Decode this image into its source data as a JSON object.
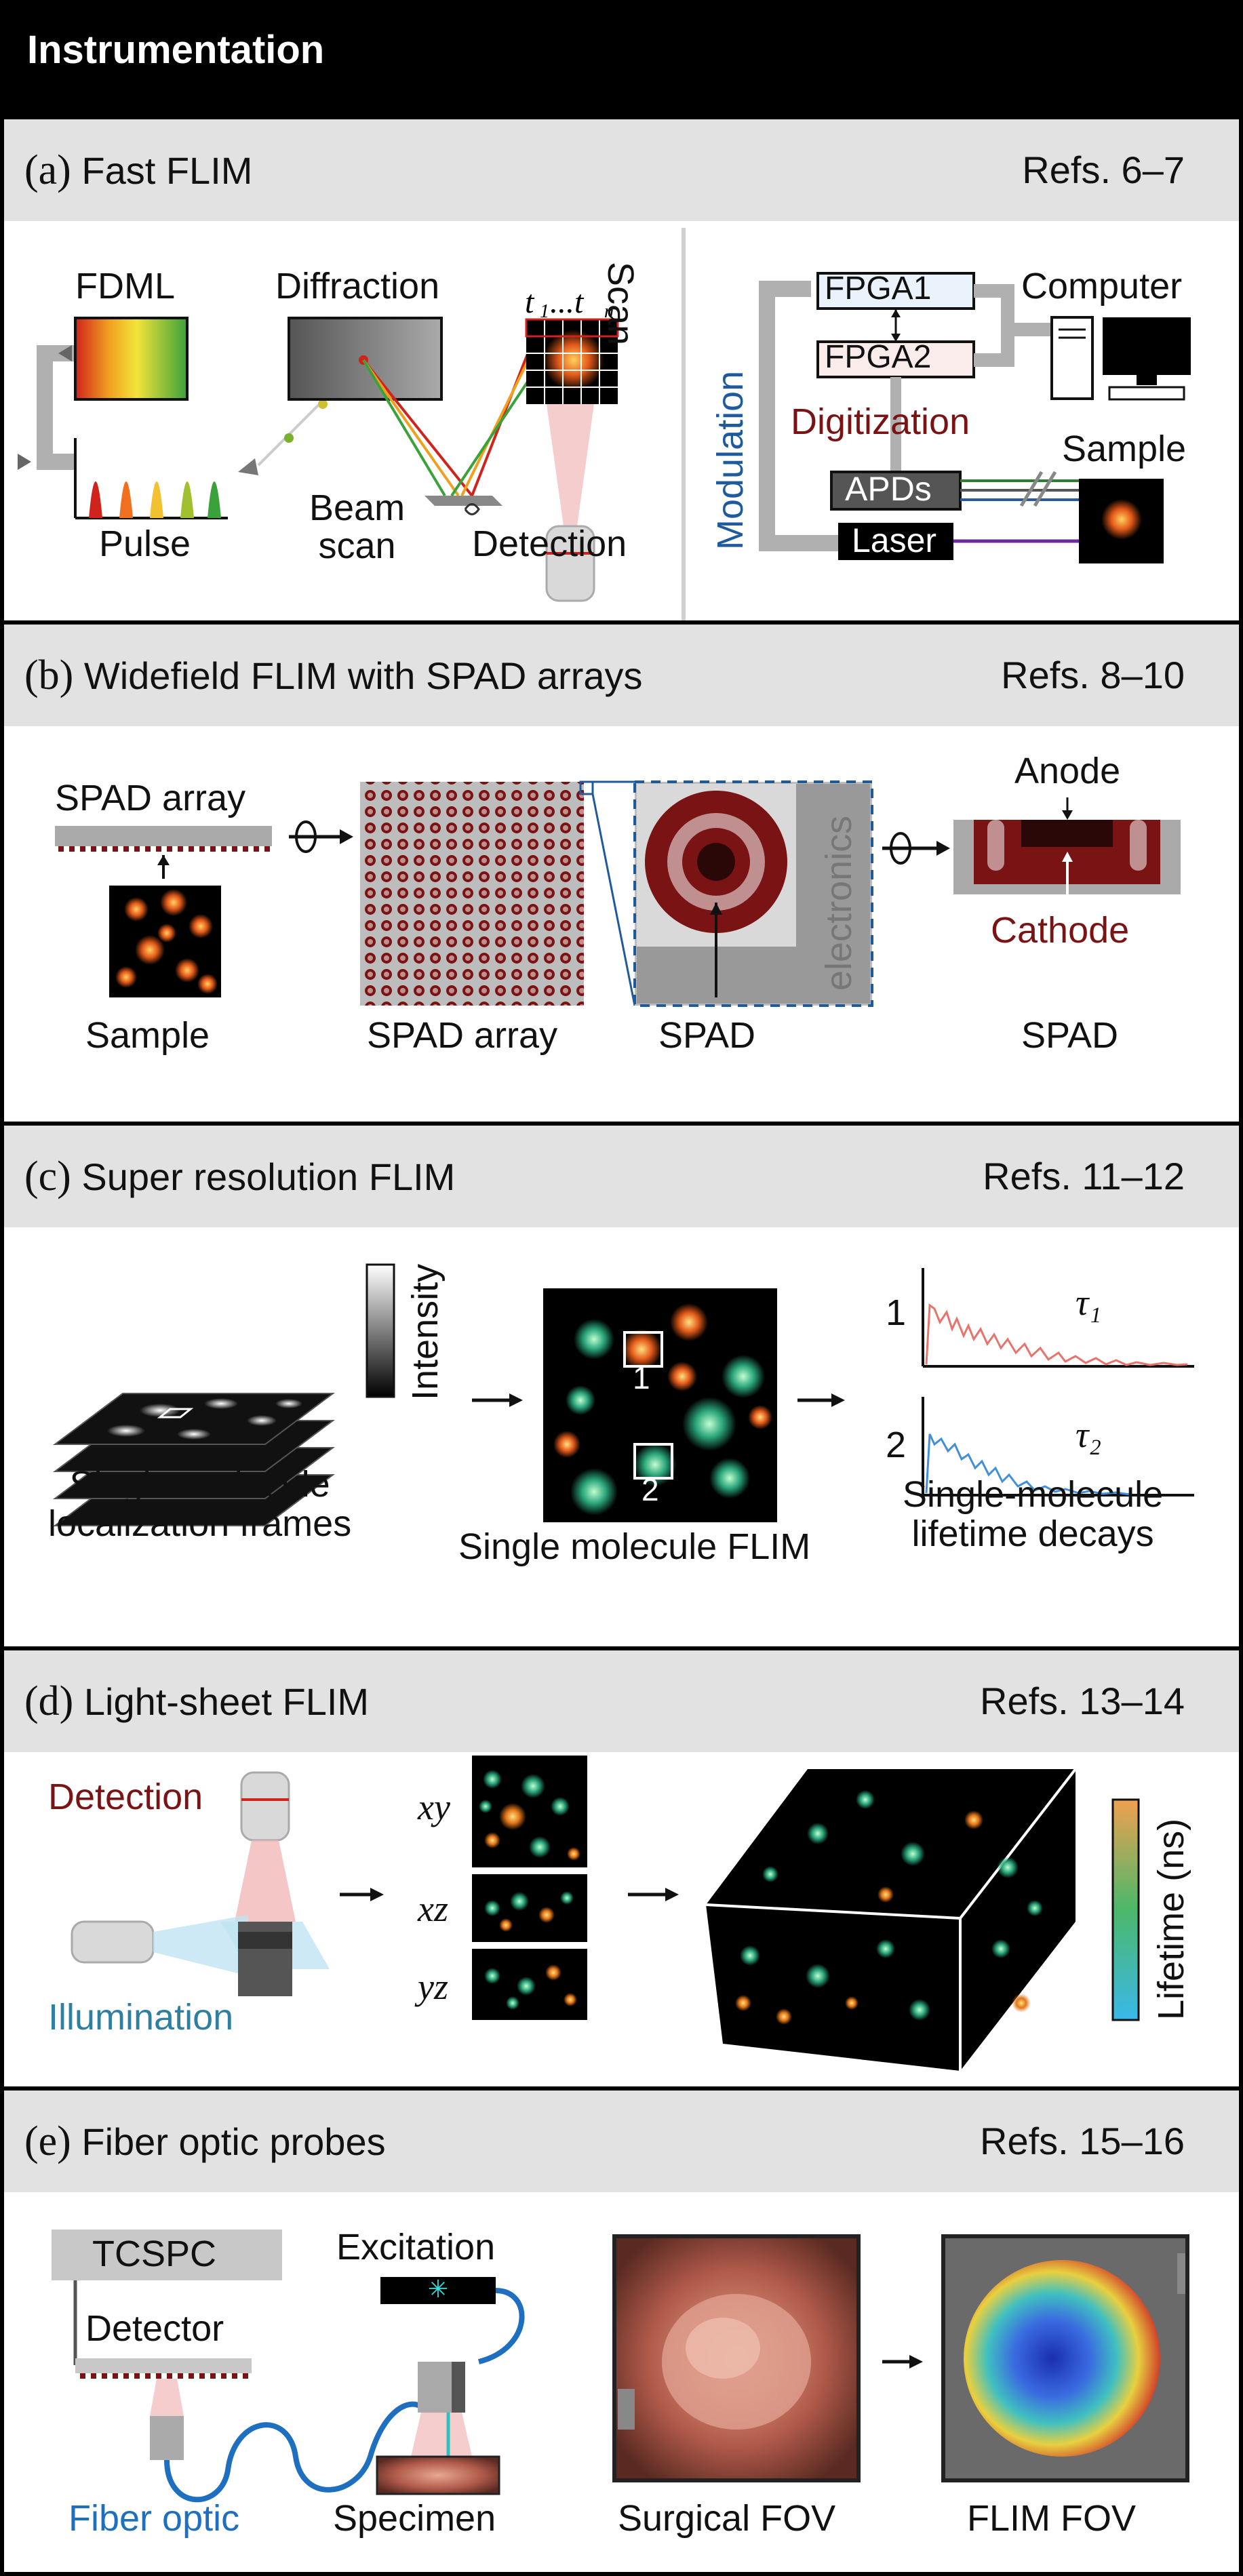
{
  "header": {
    "title": "Instrumentation"
  },
  "panels": {
    "a": {
      "letter": "(a)",
      "title": "Fast FLIM",
      "refs": "Refs. 6–7",
      "labels": {
        "fdml": "FDML",
        "diffraction": "Diffraction",
        "scan": "Scan",
        "pulse": "Pulse",
        "beam_scan": "Beam\nscan",
        "detection": "Detection",
        "fpga1": "FPGA1",
        "fpga2": "FPGA2",
        "computer": "Computer",
        "modulation": "Modulation",
        "digitization": "Digitization",
        "sample": "Sample",
        "apds": "APDs",
        "laser": "Laser"
      }
    },
    "b": {
      "letter": "(b)",
      "title": "Widefield FLIM with SPAD arrays",
      "refs": "Refs. 8–10",
      "labels": {
        "spad_array_top": "SPAD array",
        "sample": "Sample",
        "spad_array_mid": "SPAD array",
        "electronics": "electronics",
        "spad_zoom": "SPAD",
        "anode": "Anode",
        "cathode": "Cathode",
        "spad_right": "SPAD"
      }
    },
    "c": {
      "letter": "(c)",
      "title": "Super resolution FLIM",
      "refs": "Refs. 11–12",
      "labels": {
        "frames": "Single-molecule\nlocalization frames",
        "intensity": "Intensity",
        "single_molecule_flim": "Single molecule FLIM",
        "decays": "Single-molecule\nlifetime decays",
        "one": "1",
        "two": "2",
        "tau1": "τ₁",
        "tau2": "τ₂"
      }
    },
    "d": {
      "letter": "(d)",
      "title": "Light-sheet FLIM",
      "refs": "Refs. 13–14",
      "labels": {
        "detection": "Detection",
        "illumination": "Illumination",
        "xy": "xy",
        "xz": "xz",
        "yz": "yz",
        "lifetime": "Lifetime (ns)"
      }
    },
    "e": {
      "letter": "(e)",
      "title": "Fiber optic probes",
      "refs": "Refs. 15–16",
      "labels": {
        "tcspc": "TCSPC",
        "detector": "Detector",
        "excitation": "Excitation",
        "fiber_optic": "Fiber optic",
        "specimen": "Specimen",
        "surgical_fov": "Surgical FOV",
        "flim_fov": "FLIM FOV"
      }
    }
  },
  "colors": {
    "dark_red": "#7a1414",
    "blue_label": "#1e5a9c",
    "teal_label": "#2f7fa0",
    "decay1": "#e9736a",
    "decay2": "#3f8fdc"
  }
}
